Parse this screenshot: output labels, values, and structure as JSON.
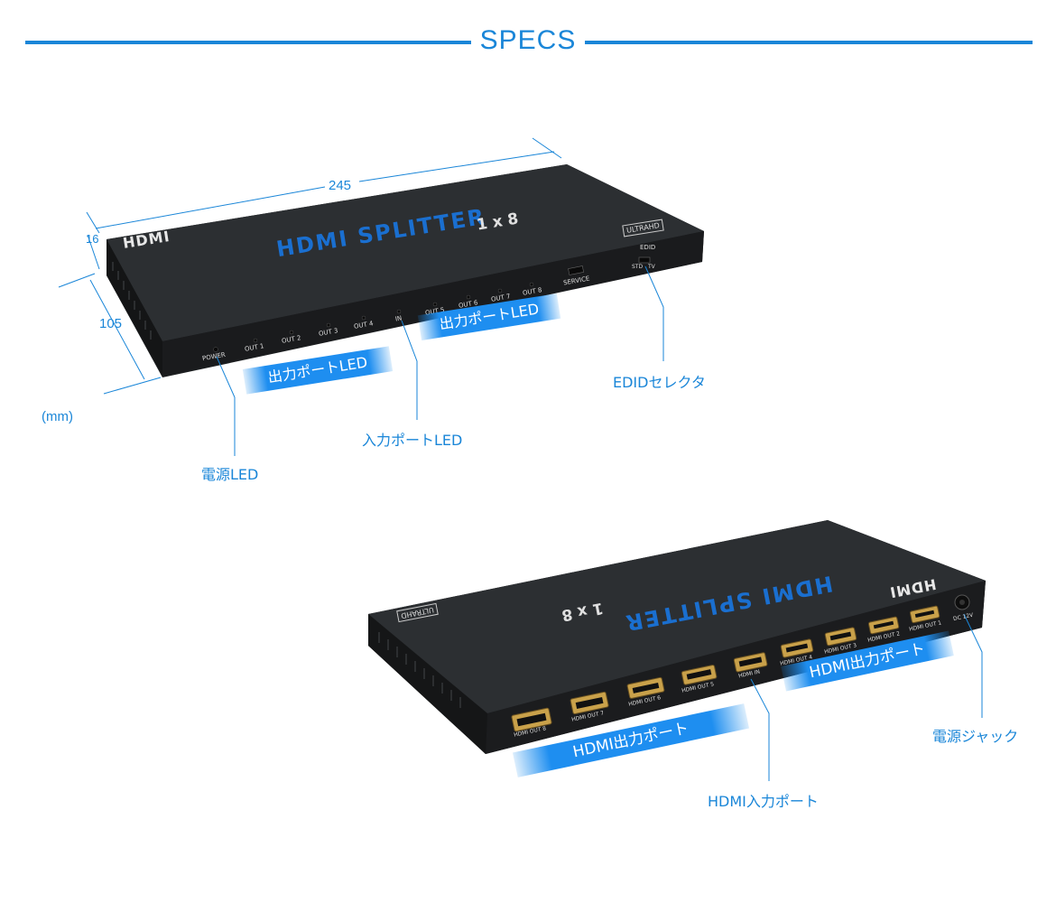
{
  "header": {
    "title": "SPECS"
  },
  "dimensions": {
    "length": "245",
    "height": "16",
    "depth": "105",
    "unit": "(mm)"
  },
  "front_panel": {
    "brand": "HDMI",
    "product_name": "HDMI SPLITTER",
    "model": "1 x 8",
    "badge": "ULTRAHD",
    "led_labels": [
      "POWER",
      "OUT 1",
      "OUT 2",
      "OUT 3",
      "OUT 4",
      "IN",
      "OUT 5",
      "OUT 6",
      "OUT 7",
      "OUT 8"
    ],
    "service_label": "SERVICE",
    "edid_label": "EDID",
    "edid_positions": [
      "STD",
      "TV"
    ]
  },
  "rear_panel": {
    "brand": "HDMI",
    "product_name": "HDMI SPLITTER",
    "model": "1 x 8",
    "badge": "ULTRAHD",
    "ports": [
      "HDMI OUT 8",
      "HDMI OUT 7",
      "HDMI OUT 6",
      "HDMI OUT 5",
      "HDMI IN",
      "HDMI OUT 4",
      "HDMI OUT 3",
      "HDMI OUT 2",
      "HDMI OUT 1"
    ],
    "power_label": "DC 12V"
  },
  "callouts": {
    "output_led": "出力ポートLED",
    "input_led": "入力ポートLED",
    "power_led": "電源LED",
    "edid_selector": "EDIDセレクタ",
    "hdmi_output": "HDMI出力ポート",
    "hdmi_input": "HDMI入力ポート",
    "power_jack": "電源ジャック"
  },
  "colors": {
    "accent": "#1a86d8",
    "device": "#222426",
    "band": "#1e8ef0"
  }
}
